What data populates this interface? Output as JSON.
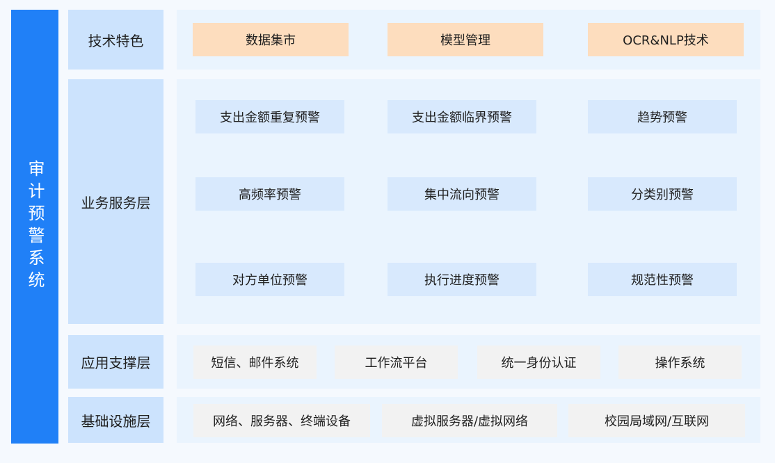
{
  "system_title": "审计预警系统",
  "layers": {
    "tech": {
      "label": "技术特色",
      "items": [
        "数据集市",
        "模型管理",
        "OCR&NLP技术"
      ]
    },
    "business": {
      "label": "业务服务层",
      "items": [
        "支出金额重复预警",
        "支出金额临界预警",
        "趋势预警",
        "高频率预警",
        "集中流向预警",
        "分类别预警",
        "对方单位预警",
        "执行进度预警",
        "规范性预警"
      ]
    },
    "app": {
      "label": "应用支撑层",
      "items": [
        "短信、邮件系统",
        "工作流平台",
        "统一身份认证",
        "操作系统"
      ]
    },
    "infra": {
      "label": "基础设施层",
      "items": [
        "网络、服务器、终端设备",
        "虚拟服务器/虚拟网络",
        "校园局域网/互联网"
      ]
    }
  },
  "colors": {
    "sidebar": "#2080f7",
    "layer_label_bg": "#cce3fd",
    "panel_bg": "#eaf4fe",
    "tech_item_bg": "#fdddbe",
    "business_item_bg": "#d8e9fd",
    "support_item_bg": "#f2f2f2"
  }
}
